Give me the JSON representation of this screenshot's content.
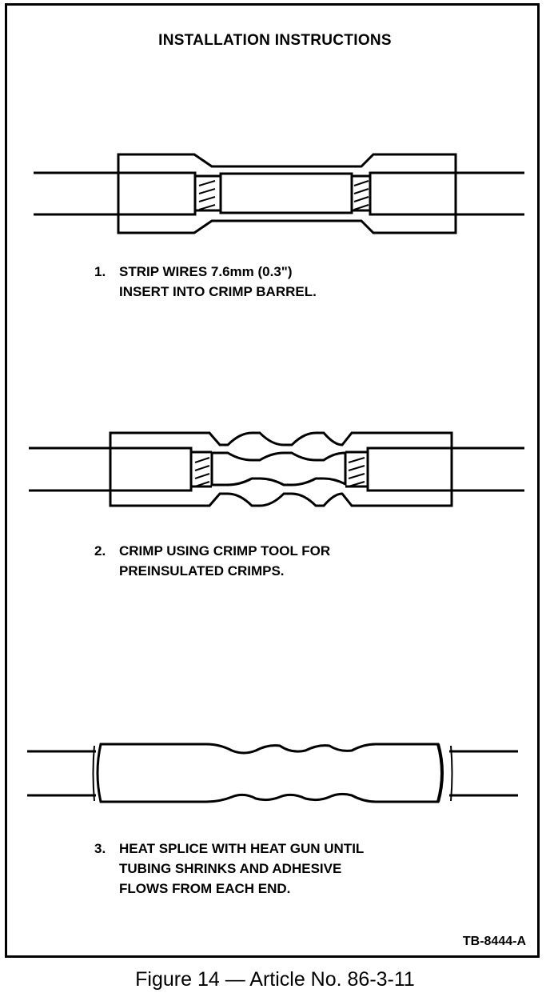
{
  "title": "INSTALLATION INSTRUCTIONS",
  "steps": [
    {
      "number": "1.",
      "lines": [
        "STRIP WIRES 7.6mm (0.3\")",
        "INSERT INTO CRIMP BARREL."
      ]
    },
    {
      "number": "2.",
      "lines": [
        "CRIMP USING CRIMP TOOL FOR",
        "PREINSULATED CRIMPS."
      ]
    },
    {
      "number": "3.",
      "lines": [
        "HEAT SPLICE WITH HEAT GUN UNTIL",
        "TUBING SHRINKS AND ADHESIVE",
        "FLOWS FROM EACH END."
      ]
    }
  ],
  "code": "TB-8444-A",
  "caption": "Figure 14 — Article No. 86-3-11"
}
